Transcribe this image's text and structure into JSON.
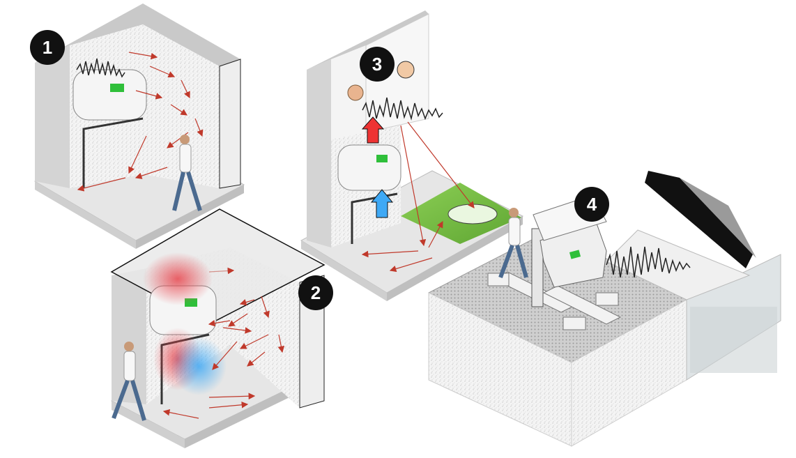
{
  "badges": [
    {
      "label": "1"
    },
    {
      "label": "2"
    },
    {
      "label": "3"
    },
    {
      "label": "4"
    }
  ],
  "colors": {
    "wall": "#d9d9d9",
    "floor": "#e4e4e4",
    "rock": "#f2f2f2",
    "ray": "#c0392b",
    "badge": "#111111",
    "heat_red": "#e8474f",
    "heat_blue": "#3fa9f5",
    "grass": "#7bbf45",
    "unit_screen": "#2fbf3a"
  }
}
